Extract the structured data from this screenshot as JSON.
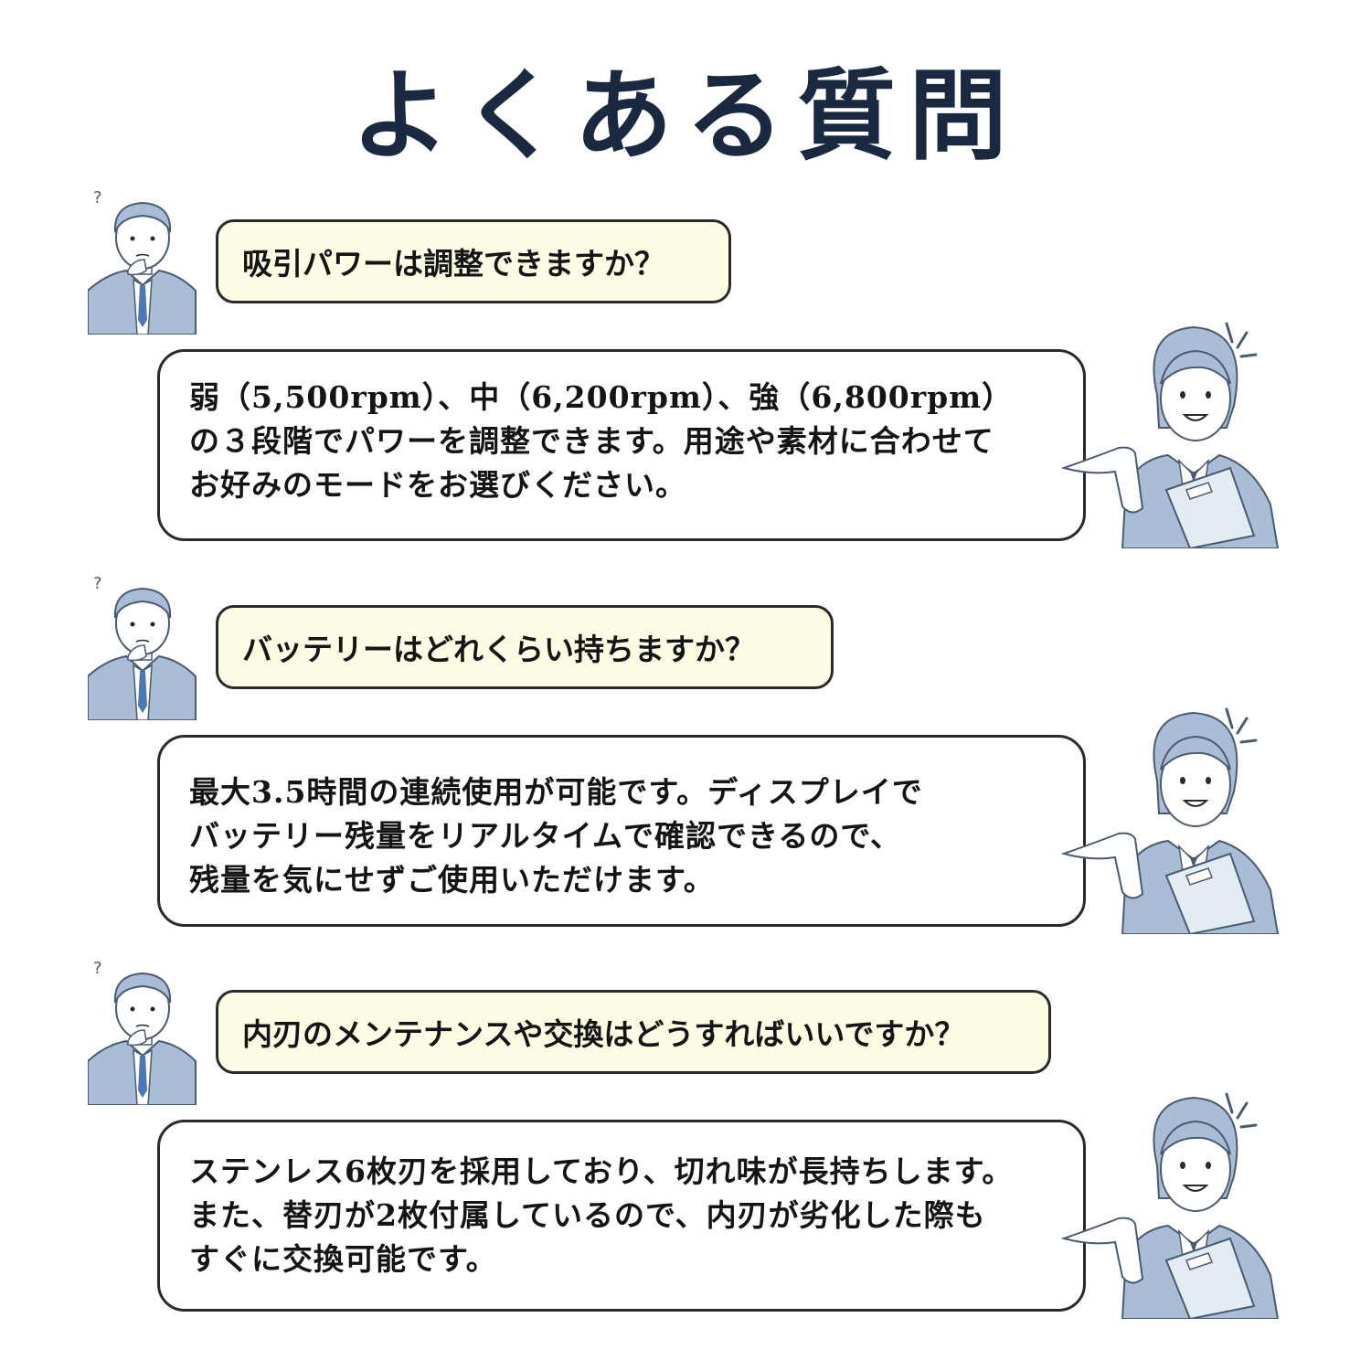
{
  "page": {
    "title": "よくある質問"
  },
  "faq": [
    {
      "question": "吸引パワーは調整できますか？",
      "answer_lines": [
        "弱（5,500rpm）、中（6,200rpm）、強（6,800rpm）",
        "の３段階でパワーを調整できます。用途や素材に合わせて",
        "お好みのモードをお選びください。"
      ]
    },
    {
      "question": "バッテリーはどれくらい持ちますか？",
      "answer_lines": [
        "最大3.5時間の連続使用が可能です。ディスプレイで",
        "バッテリー残量をリアルタイムで確認できるので、",
        "残量を気にせずご使用いただけます。"
      ]
    },
    {
      "question": "内刃のメンテナンスや交換はどうすればいいですか？",
      "answer_lines": [
        "ステンレス6枚刃を採用しており、切れ味が長持ちします。",
        "また、替刃が2枚付属しているので、内刃が劣化した際も",
        "すぐに交換可能です。"
      ]
    }
  ],
  "colors": {
    "title": "#1b2940",
    "question_bg": "#fdfde5",
    "bubble_border": "#2a2a2a",
    "illustration_blue": "#a9bdd6",
    "illustration_dark": "#4a5a70"
  },
  "icons": {
    "asker": "thinking-businessman-icon",
    "answerer": "pointing-woman-with-clipboard-icon"
  }
}
